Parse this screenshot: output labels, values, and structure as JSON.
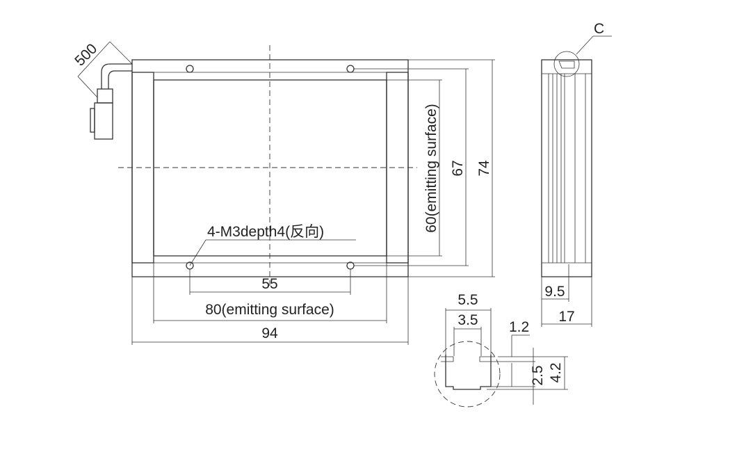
{
  "front_view": {
    "cable_length": "500",
    "hole_note": "4-M3depth4(反向)",
    "dim_hole_spacing_x": "55",
    "dim_emitting_width": "80(emitting surface)",
    "dim_width": "94",
    "dim_emitting_height": "60(emitting surface)",
    "dim_hole_spacing_y": "67",
    "dim_height": "74"
  },
  "side_view": {
    "detail_label": "C",
    "dim_slot_offset": "9.5",
    "dim_depth": "17"
  },
  "detail_c": {
    "dim_outer_width": "5.5",
    "dim_inner_width": "3.5",
    "dim_slot_height": "1.2",
    "dim_step": "2.5",
    "dim_total": "4.2"
  }
}
